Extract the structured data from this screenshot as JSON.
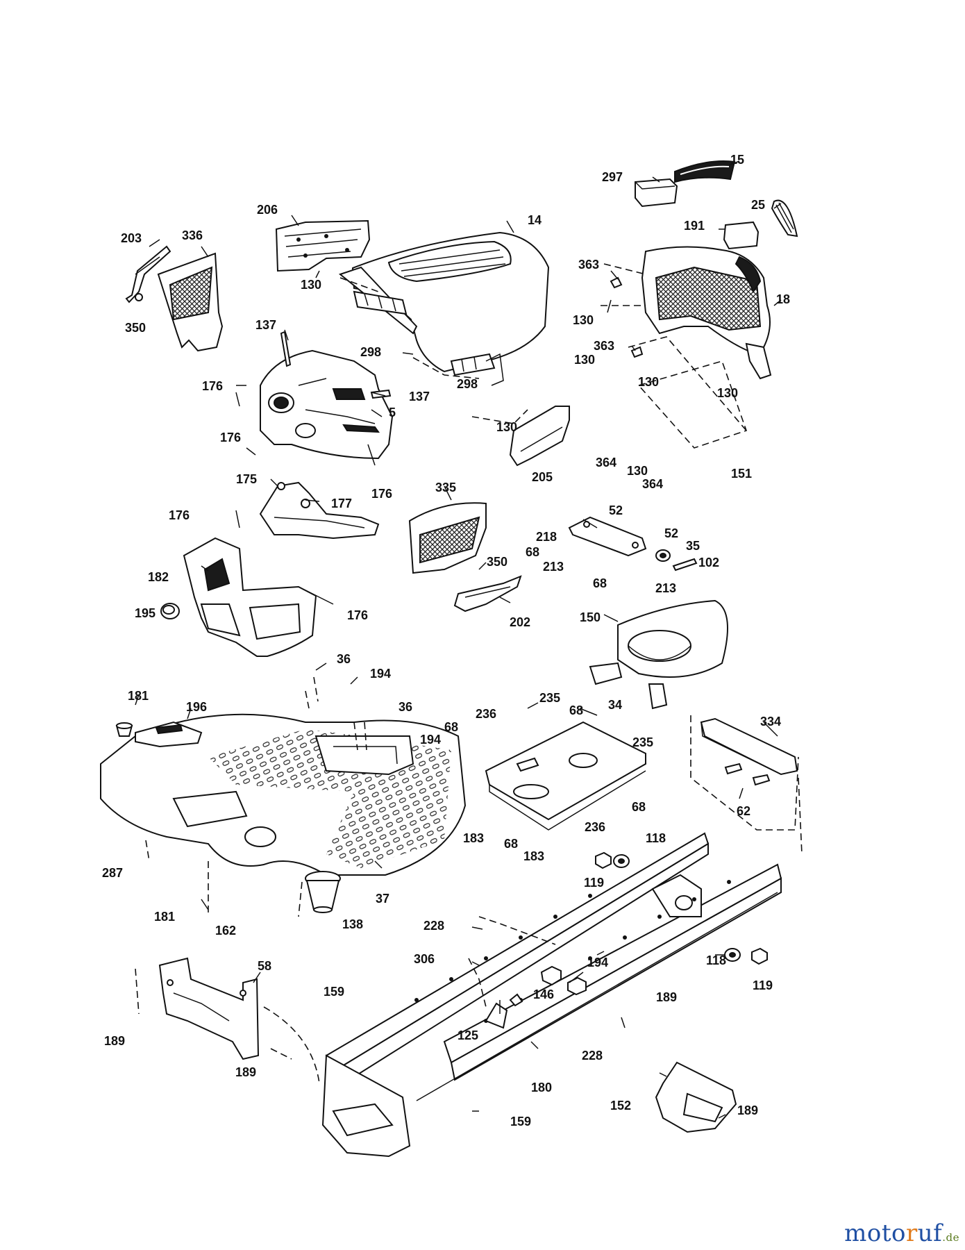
{
  "labels": {
    "l15": "15",
    "l297": "297",
    "l25": "25",
    "l191": "191",
    "l14": "14",
    "l206": "206",
    "l203": "203",
    "l336": "336",
    "l130a": "130",
    "l363a": "363",
    "l18": "18",
    "l130b": "130",
    "l350a": "350",
    "l363b": "363",
    "l137a": "137",
    "l298a": "298",
    "l130c": "130",
    "l130d": "130",
    "l130e": "130",
    "l298b": "298",
    "l176a": "176",
    "l137b": "137",
    "l5": "5",
    "l130f": "130",
    "l176b": "176",
    "l364a": "364",
    "l130g": "130",
    "l151": "151",
    "l205": "205",
    "l364b": "364",
    "l176c": "176",
    "l175": "175",
    "l177": "177",
    "l335": "335",
    "l52a": "52",
    "l218": "218",
    "l52b": "52",
    "l176d": "176",
    "l68a": "68",
    "l35": "35",
    "l350b": "350",
    "l213a": "213",
    "l102": "102",
    "l182": "182",
    "l68b": "68",
    "l213b": "213",
    "l195": "195",
    "l176e": "176",
    "l202": "202",
    "l150": "150",
    "l36a": "36",
    "l194a": "194",
    "l181a": "181",
    "l196": "196",
    "l235a": "235",
    "l36b": "36",
    "l236a": "236",
    "l68c": "68",
    "l34": "34",
    "l334": "334",
    "l68d": "68",
    "l194b": "194",
    "l235b": "235",
    "l62": "62",
    "l68e": "68",
    "l183a": "183",
    "l68f": "68",
    "l236b": "236",
    "l118a": "118",
    "l183b": "183",
    "l287": "287",
    "l119a": "119",
    "l37": "37",
    "l181b": "181",
    "l138": "138",
    "l162": "162",
    "l228a": "228",
    "l306": "306",
    "l194c": "194",
    "l118b": "118",
    "l119b": "119",
    "l58": "58",
    "l159a": "159",
    "l146": "146",
    "l189a": "189",
    "l125": "125",
    "l189b": "189",
    "l228b": "228",
    "l180": "180",
    "l189c": "189",
    "l152": "152",
    "l159b": "159",
    "l189d": "189"
  },
  "watermark": {
    "brand": "motoruf",
    "tld": ".de"
  },
  "colors": {
    "ink": "#111111",
    "brand_blue": "#1f4fa3",
    "brand_orange": "#e07a1a",
    "brand_green": "#5a7a1e"
  }
}
